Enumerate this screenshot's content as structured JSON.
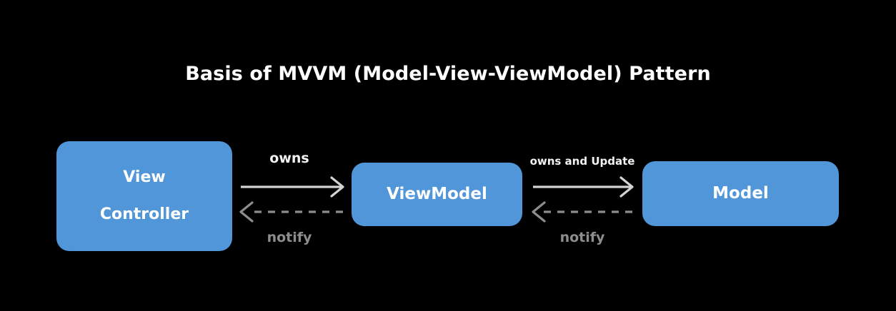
{
  "diagram": {
    "title": "Basis of MVVM (Model-View-ViewModel) Pattern",
    "background_color": "#000000",
    "node_color": "#5196d9",
    "node_text_color": "#ffffff",
    "solid_arrow_color": "#d4d4d4",
    "dashed_arrow_color": "#8d8d8d",
    "nodes": [
      {
        "id": "view-controller",
        "label_line_1": "View",
        "label_line_2": "Controller"
      },
      {
        "id": "viewmodel",
        "label": "ViewModel"
      },
      {
        "id": "model",
        "label": "Model"
      }
    ],
    "edges": [
      {
        "id": "view-to-viewmodel",
        "forward_label": "owns",
        "forward_style": "solid",
        "backward_label": "notify",
        "backward_style": "dashed"
      },
      {
        "id": "viewmodel-to-model",
        "forward_label": "owns and Update",
        "forward_style": "solid",
        "backward_label": "notify",
        "backward_style": "dashed"
      }
    ]
  }
}
